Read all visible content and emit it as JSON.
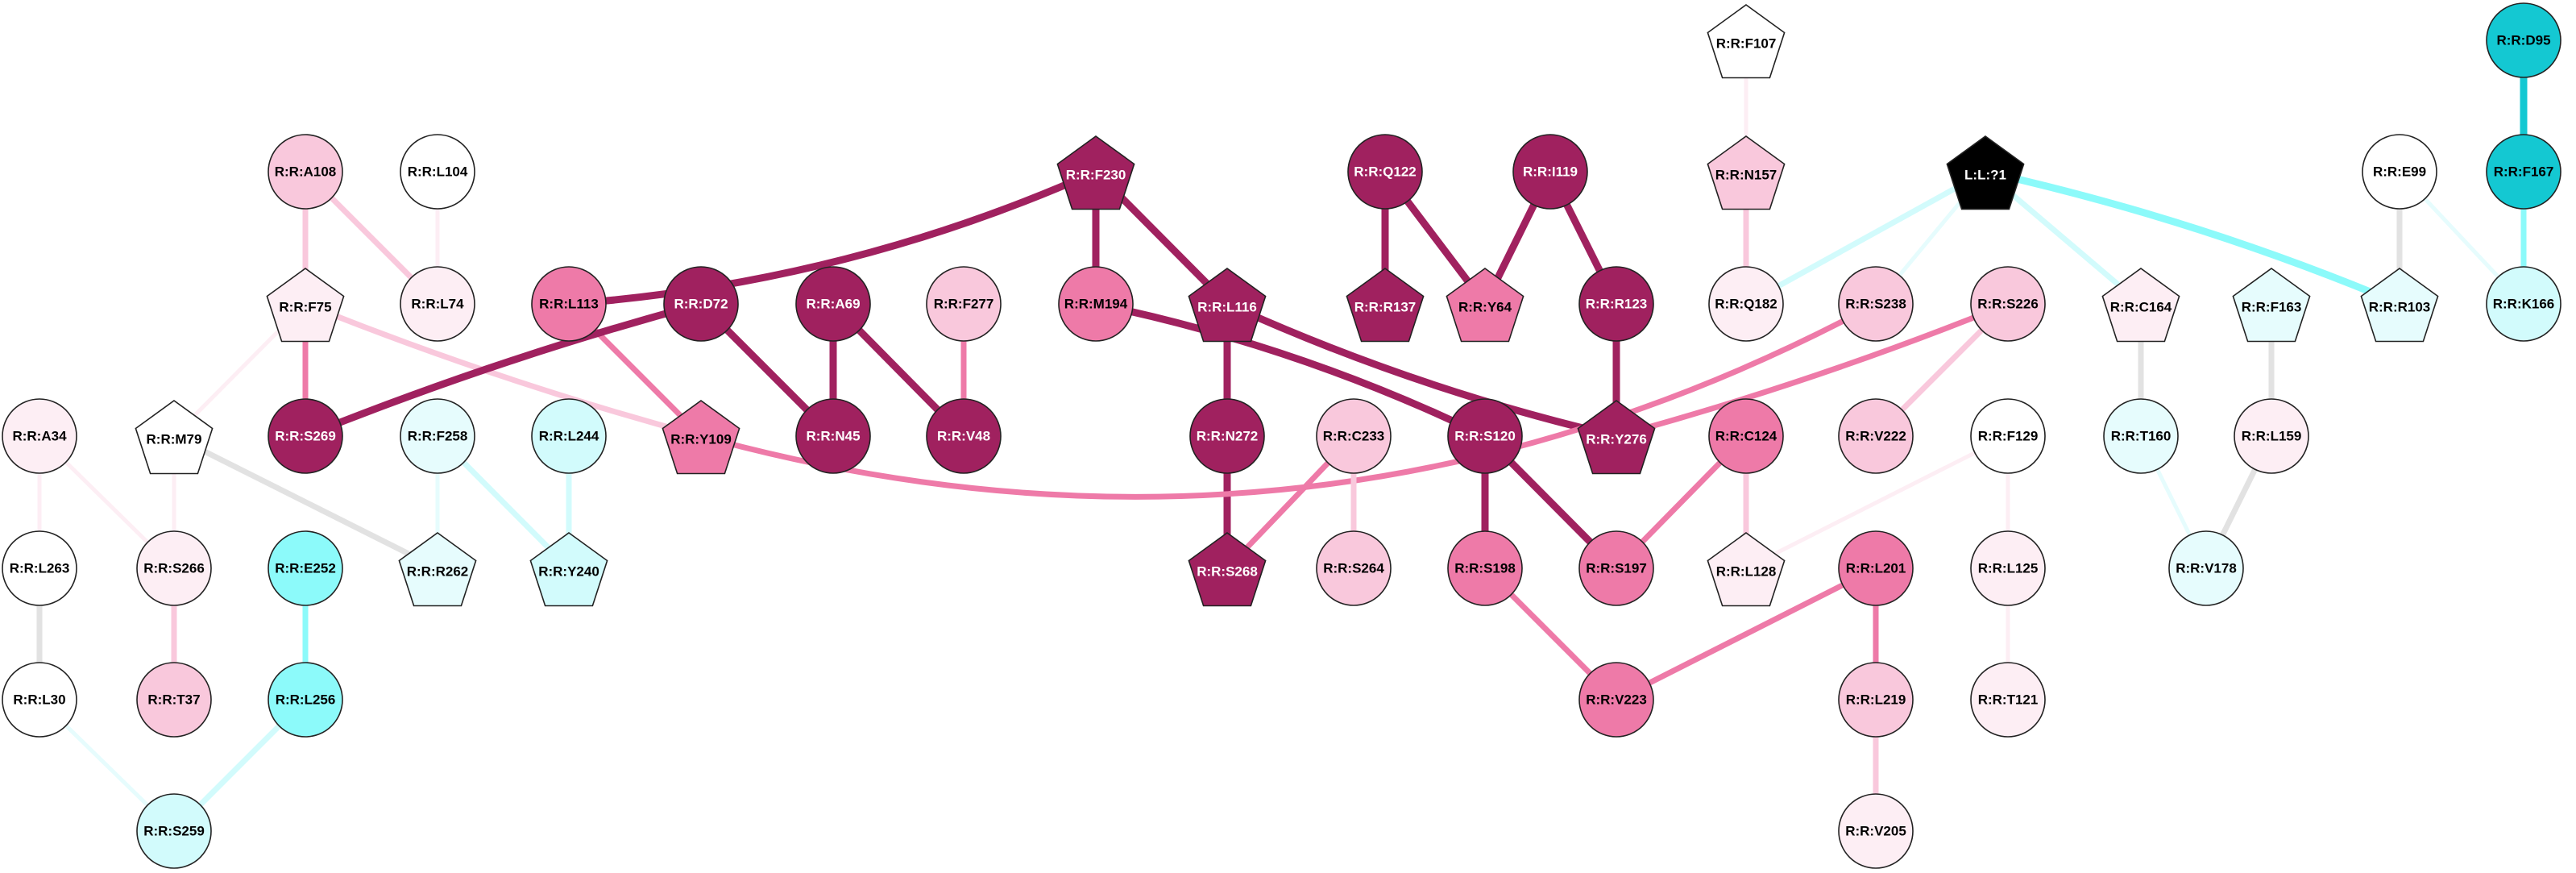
{
  "nodes": [
    {
      "id": "F107",
      "label": "R:R:F107",
      "shape": "pentagon",
      "fill": "#ffffff",
      "dark": false
    },
    {
      "id": "D95",
      "label": "R:R:D95",
      "shape": "circle",
      "fill": "#14c8d2",
      "dark": false
    },
    {
      "id": "A108",
      "label": "R:R:A108",
      "shape": "circle",
      "fill": "#f9c8dc",
      "dark": false
    },
    {
      "id": "L104",
      "label": "R:R:L104",
      "shape": "circle",
      "fill": "#ffffff",
      "dark": false
    },
    {
      "id": "F230",
      "label": "R:R:F230",
      "shape": "pentagon",
      "fill": "#a0215f",
      "dark": true
    },
    {
      "id": "Q122",
      "label": "R:R:Q122",
      "shape": "circle",
      "fill": "#a0215f",
      "dark": true
    },
    {
      "id": "I119",
      "label": "R:R:I119",
      "shape": "circle",
      "fill": "#a0215f",
      "dark": true
    },
    {
      "id": "N157",
      "label": "R:R:N157",
      "shape": "pentagon",
      "fill": "#f9c8dc",
      "dark": false
    },
    {
      "id": "LIG",
      "label": "L:L:?1",
      "shape": "pentagon",
      "fill": "#000000",
      "dark": true
    },
    {
      "id": "E99",
      "label": "R:R:E99",
      "shape": "circle",
      "fill": "#ffffff",
      "dark": false
    },
    {
      "id": "F167",
      "label": "R:R:F167",
      "shape": "circle",
      "fill": "#14c8d2",
      "dark": false
    },
    {
      "id": "F75",
      "label": "R:R:F75",
      "shape": "pentagon",
      "fill": "#fdeef4",
      "dark": false
    },
    {
      "id": "L74",
      "label": "R:R:L74",
      "shape": "circle",
      "fill": "#fdeef4",
      "dark": false
    },
    {
      "id": "L113",
      "label": "R:R:L113",
      "shape": "circle",
      "fill": "#ee7aa8",
      "dark": false
    },
    {
      "id": "D72",
      "label": "R:R:D72",
      "shape": "circle",
      "fill": "#a0215f",
      "dark": true
    },
    {
      "id": "A69",
      "label": "R:R:A69",
      "shape": "circle",
      "fill": "#a0215f",
      "dark": true
    },
    {
      "id": "F277",
      "label": "R:R:F277",
      "shape": "circle",
      "fill": "#f9c8dc",
      "dark": false
    },
    {
      "id": "M194",
      "label": "R:R:M194",
      "shape": "circle",
      "fill": "#ee7aa8",
      "dark": false
    },
    {
      "id": "L116",
      "label": "R:R:L116",
      "shape": "pentagon",
      "fill": "#a0215f",
      "dark": true
    },
    {
      "id": "R137",
      "label": "R:R:R137",
      "shape": "pentagon",
      "fill": "#a0215f",
      "dark": true
    },
    {
      "id": "Y64",
      "label": "R:R:Y64",
      "shape": "pentagon",
      "fill": "#ee7aa8",
      "dark": false
    },
    {
      "id": "R123",
      "label": "R:R:R123",
      "shape": "circle",
      "fill": "#a0215f",
      "dark": true
    },
    {
      "id": "Q182",
      "label": "R:R:Q182",
      "shape": "circle",
      "fill": "#fdeef4",
      "dark": false
    },
    {
      "id": "S238",
      "label": "R:R:S238",
      "shape": "circle",
      "fill": "#f9c8dc",
      "dark": false
    },
    {
      "id": "S226",
      "label": "R:R:S226",
      "shape": "circle",
      "fill": "#f9c8dc",
      "dark": false
    },
    {
      "id": "C164",
      "label": "R:R:C164",
      "shape": "pentagon",
      "fill": "#fdeef4",
      "dark": false
    },
    {
      "id": "F163",
      "label": "R:R:F163",
      "shape": "pentagon",
      "fill": "#e6fcfd",
      "dark": false
    },
    {
      "id": "R103",
      "label": "R:R:R103",
      "shape": "pentagon",
      "fill": "#e6fcfd",
      "dark": false
    },
    {
      "id": "K166",
      "label": "R:R:K166",
      "shape": "circle",
      "fill": "#d2fbfc",
      "dark": false
    },
    {
      "id": "A34",
      "label": "R:R:A34",
      "shape": "circle",
      "fill": "#fdeef4",
      "dark": false
    },
    {
      "id": "M79",
      "label": "R:R:M79",
      "shape": "pentagon",
      "fill": "#ffffff",
      "dark": false
    },
    {
      "id": "S269",
      "label": "R:R:S269",
      "shape": "circle",
      "fill": "#a0215f",
      "dark": true
    },
    {
      "id": "F258",
      "label": "R:R:F258",
      "shape": "circle",
      "fill": "#e6fcfd",
      "dark": false
    },
    {
      "id": "L244",
      "label": "R:R:L244",
      "shape": "circle",
      "fill": "#d2fbfc",
      "dark": false
    },
    {
      "id": "Y109",
      "label": "R:R:Y109",
      "shape": "pentagon",
      "fill": "#ee7aa8",
      "dark": false
    },
    {
      "id": "N45",
      "label": "R:R:N45",
      "shape": "circle",
      "fill": "#a0215f",
      "dark": true
    },
    {
      "id": "V48",
      "label": "R:R:V48",
      "shape": "circle",
      "fill": "#a0215f",
      "dark": true
    },
    {
      "id": "N272",
      "label": "R:R:N272",
      "shape": "circle",
      "fill": "#a0215f",
      "dark": true
    },
    {
      "id": "C233",
      "label": "R:R:C233",
      "shape": "circle",
      "fill": "#f9c8dc",
      "dark": false
    },
    {
      "id": "S120",
      "label": "R:R:S120",
      "shape": "circle",
      "fill": "#a0215f",
      "dark": true
    },
    {
      "id": "Y276",
      "label": "R:R:Y276",
      "shape": "pentagon",
      "fill": "#a0215f",
      "dark": true
    },
    {
      "id": "C124",
      "label": "R:R:C124",
      "shape": "circle",
      "fill": "#ee7aa8",
      "dark": false
    },
    {
      "id": "V222",
      "label": "R:R:V222",
      "shape": "circle",
      "fill": "#f9c8dc",
      "dark": false
    },
    {
      "id": "F129",
      "label": "R:R:F129",
      "shape": "circle",
      "fill": "#ffffff",
      "dark": false
    },
    {
      "id": "T160",
      "label": "R:R:T160",
      "shape": "circle",
      "fill": "#e6fcfd",
      "dark": false
    },
    {
      "id": "L159",
      "label": "R:R:L159",
      "shape": "circle",
      "fill": "#fdeef4",
      "dark": false
    },
    {
      "id": "L263",
      "label": "R:R:L263",
      "shape": "circle",
      "fill": "#ffffff",
      "dark": false
    },
    {
      "id": "S266",
      "label": "R:R:S266",
      "shape": "circle",
      "fill": "#fdeef4",
      "dark": false
    },
    {
      "id": "E252",
      "label": "R:R:E252",
      "shape": "circle",
      "fill": "#8cfafa",
      "dark": false
    },
    {
      "id": "R262",
      "label": "R:R:R262",
      "shape": "pentagon",
      "fill": "#e6fcfd",
      "dark": false
    },
    {
      "id": "Y240",
      "label": "R:R:Y240",
      "shape": "pentagon",
      "fill": "#d2fbfc",
      "dark": false
    },
    {
      "id": "S268",
      "label": "R:R:S268",
      "shape": "pentagon",
      "fill": "#a0215f",
      "dark": true
    },
    {
      "id": "S264",
      "label": "R:R:S264",
      "shape": "circle",
      "fill": "#f9c8dc",
      "dark": false
    },
    {
      "id": "S198",
      "label": "R:R:S198",
      "shape": "circle",
      "fill": "#ee7aa8",
      "dark": false
    },
    {
      "id": "S197",
      "label": "R:R:S197",
      "shape": "circle",
      "fill": "#ee7aa8",
      "dark": false
    },
    {
      "id": "L128",
      "label": "R:R:L128",
      "shape": "pentagon",
      "fill": "#fdeef4",
      "dark": false
    },
    {
      "id": "L201",
      "label": "R:R:L201",
      "shape": "circle",
      "fill": "#ee7aa8",
      "dark": false
    },
    {
      "id": "L125",
      "label": "R:R:L125",
      "shape": "circle",
      "fill": "#fdeef4",
      "dark": false
    },
    {
      "id": "V178",
      "label": "R:R:V178",
      "shape": "circle",
      "fill": "#e6fcfd",
      "dark": false
    },
    {
      "id": "L30",
      "label": "R:R:L30",
      "shape": "circle",
      "fill": "#ffffff",
      "dark": false
    },
    {
      "id": "T37",
      "label": "R:R:T37",
      "shape": "circle",
      "fill": "#f9c8dc",
      "dark": false
    },
    {
      "id": "L256",
      "label": "R:R:L256",
      "shape": "circle",
      "fill": "#8cfafa",
      "dark": false
    },
    {
      "id": "V223",
      "label": "R:R:V223",
      "shape": "circle",
      "fill": "#ee7aa8",
      "dark": false
    },
    {
      "id": "L219",
      "label": "R:R:L219",
      "shape": "circle",
      "fill": "#f9c8dc",
      "dark": false
    },
    {
      "id": "T121",
      "label": "R:R:T121",
      "shape": "circle",
      "fill": "#fdeef4",
      "dark": false
    },
    {
      "id": "S259",
      "label": "R:R:S259",
      "shape": "circle",
      "fill": "#d2fbfc",
      "dark": false
    },
    {
      "id": "V205",
      "label": "R:R:V205",
      "shape": "circle",
      "fill": "#fdeef4",
      "dark": false
    }
  ],
  "edges": [
    {
      "a": "D95",
      "b": "F167",
      "color": "#14c8d2",
      "weight": "heavy"
    },
    {
      "a": "F167",
      "b": "K166",
      "color": "#8cfafa",
      "weight": "medium"
    },
    {
      "a": "E99",
      "b": "R103",
      "color": "#e2e2e2",
      "weight": "medium"
    },
    {
      "a": "E99",
      "b": "K166",
      "color": "#e6fcfd",
      "weight": "light"
    },
    {
      "a": "F107",
      "b": "N157",
      "color": "#fdeef4",
      "weight": "light"
    },
    {
      "a": "N157",
      "b": "Q182",
      "color": "#f9c8dc",
      "weight": "medium"
    },
    {
      "a": "LIG",
      "b": "Q182",
      "color": "#d2fbfc",
      "weight": "medium"
    },
    {
      "a": "LIG",
      "b": "S238",
      "color": "#e6fcfd",
      "weight": "light"
    },
    {
      "a": "LIG",
      "b": "C164",
      "color": "#d2fbfc",
      "weight": "medium"
    },
    {
      "a": "LIG",
      "b": "R103",
      "color": "#8cfafa",
      "weight": "heavy",
      "curve": -18
    },
    {
      "a": "A108",
      "b": "F75",
      "color": "#f9c8dc",
      "weight": "medium"
    },
    {
      "a": "A108",
      "b": "L74",
      "color": "#f9c8dc",
      "weight": "medium"
    },
    {
      "a": "L104",
      "b": "L74",
      "color": "#fdeef4",
      "weight": "light"
    },
    {
      "a": "F75",
      "b": "S269",
      "color": "#ee7aa8",
      "weight": "medium"
    },
    {
      "a": "F75",
      "b": "M79",
      "color": "#fdeef4",
      "weight": "light"
    },
    {
      "a": "F75",
      "b": "Y109",
      "color": "#f9c8dc",
      "weight": "medium",
      "curve": 12
    },
    {
      "a": "F230",
      "b": "L113",
      "color": "#a0215f",
      "weight": "heavy",
      "curve": -35
    },
    {
      "a": "F230",
      "b": "M194",
      "color": "#a0215f",
      "weight": "heavy"
    },
    {
      "a": "F230",
      "b": "L116",
      "color": "#a0215f",
      "weight": "heavy"
    },
    {
      "a": "L113",
      "b": "Y109",
      "color": "#ee7aa8",
      "weight": "medium"
    },
    {
      "a": "D72",
      "b": "S269",
      "color": "#a0215f",
      "weight": "heavy",
      "curve": 12
    },
    {
      "a": "D72",
      "b": "N45",
      "color": "#a0215f",
      "weight": "heavy"
    },
    {
      "a": "A69",
      "b": "N45",
      "color": "#a0215f",
      "weight": "heavy"
    },
    {
      "a": "A69",
      "b": "V48",
      "color": "#a0215f",
      "weight": "heavy"
    },
    {
      "a": "F277",
      "b": "V48",
      "color": "#ee7aa8",
      "weight": "medium"
    },
    {
      "a": "M194",
      "b": "S120",
      "color": "#a0215f",
      "weight": "heavy",
      "curve": -25
    },
    {
      "a": "L116",
      "b": "N272",
      "color": "#a0215f",
      "weight": "heavy"
    },
    {
      "a": "L116",
      "b": "Y276",
      "color": "#a0215f",
      "weight": "heavy",
      "curve": 20
    },
    {
      "a": "N272",
      "b": "S268",
      "color": "#a0215f",
      "weight": "heavy"
    },
    {
      "a": "Q122",
      "b": "R137",
      "color": "#a0215f",
      "weight": "heavy"
    },
    {
      "a": "Q122",
      "b": "Y64",
      "color": "#a0215f",
      "weight": "heavy"
    },
    {
      "a": "I119",
      "b": "Y64",
      "color": "#a0215f",
      "weight": "heavy"
    },
    {
      "a": "I119",
      "b": "R123",
      "color": "#a0215f",
      "weight": "heavy"
    },
    {
      "a": "R123",
      "b": "Y276",
      "color": "#a0215f",
      "weight": "heavy"
    },
    {
      "a": "S238",
      "b": "Y109",
      "color": "#ee7aa8",
      "weight": "medium",
      "curve": -80
    },
    {
      "a": "S226",
      "b": "Y276",
      "color": "#ee7aa8",
      "weight": "medium",
      "curve": -12
    },
    {
      "a": "S226",
      "b": "V222",
      "color": "#f9c8dc",
      "weight": "medium"
    },
    {
      "a": "C164",
      "b": "T160",
      "color": "#e2e2e2",
      "weight": "medium"
    },
    {
      "a": "T160",
      "b": "V178",
      "color": "#e6fcfd",
      "weight": "light"
    },
    {
      "a": "F163",
      "b": "L159",
      "color": "#e2e2e2",
      "weight": "medium"
    },
    {
      "a": "L159",
      "b": "V178",
      "color": "#e2e2e2",
      "weight": "medium"
    },
    {
      "a": "A34",
      "b": "L263",
      "color": "#fdeef4",
      "weight": "light"
    },
    {
      "a": "A34",
      "b": "S266",
      "color": "#fdeef4",
      "weight": "light"
    },
    {
      "a": "M79",
      "b": "S266",
      "color": "#fdeef4",
      "weight": "light"
    },
    {
      "a": "M79",
      "b": "R262",
      "color": "#e2e2e2",
      "weight": "medium"
    },
    {
      "a": "S266",
      "b": "T37",
      "color": "#f9c8dc",
      "weight": "medium"
    },
    {
      "a": "L263",
      "b": "L30",
      "color": "#e2e2e2",
      "weight": "medium"
    },
    {
      "a": "L30",
      "b": "S259",
      "color": "#e6fcfd",
      "weight": "light"
    },
    {
      "a": "E252",
      "b": "L256",
      "color": "#8cfafa",
      "weight": "medium"
    },
    {
      "a": "L256",
      "b": "S259",
      "color": "#d2fbfc",
      "weight": "medium"
    },
    {
      "a": "F258",
      "b": "R262",
      "color": "#e6fcfd",
      "weight": "light"
    },
    {
      "a": "F258",
      "b": "Y240",
      "color": "#d2fbfc",
      "weight": "medium"
    },
    {
      "a": "L244",
      "b": "Y240",
      "color": "#d2fbfc",
      "weight": "medium"
    },
    {
      "a": "C233",
      "b": "S268",
      "color": "#ee7aa8",
      "weight": "medium"
    },
    {
      "a": "C233",
      "b": "S264",
      "color": "#f9c8dc",
      "weight": "medium"
    },
    {
      "a": "S120",
      "b": "S198",
      "color": "#a0215f",
      "weight": "heavy"
    },
    {
      "a": "S120",
      "b": "S197",
      "color": "#a0215f",
      "weight": "heavy"
    },
    {
      "a": "C124",
      "b": "S197",
      "color": "#ee7aa8",
      "weight": "medium"
    },
    {
      "a": "C124",
      "b": "L128",
      "color": "#f9c8dc",
      "weight": "medium"
    },
    {
      "a": "F129",
      "b": "L128",
      "color": "#fdeef4",
      "weight": "light"
    },
    {
      "a": "F129",
      "b": "L125",
      "color": "#fdeef4",
      "weight": "light"
    },
    {
      "a": "L125",
      "b": "T121",
      "color": "#fdeef4",
      "weight": "light"
    },
    {
      "a": "S198",
      "b": "V223",
      "color": "#ee7aa8",
      "weight": "medium"
    },
    {
      "a": "L201",
      "b": "V223",
      "color": "#ee7aa8",
      "weight": "medium"
    },
    {
      "a": "L201",
      "b": "L219",
      "color": "#ee7aa8",
      "weight": "medium"
    },
    {
      "a": "L219",
      "b": "V205",
      "color": "#f9c8dc",
      "weight": "medium"
    }
  ]
}
